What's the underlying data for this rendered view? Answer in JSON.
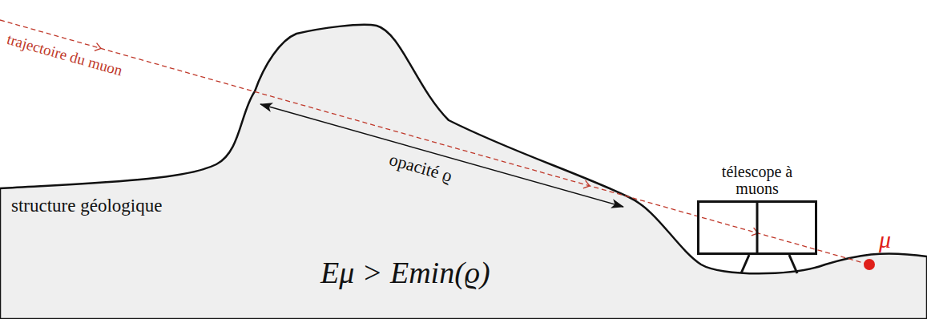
{
  "diagram": {
    "nodes": [
      {
        "text": [
          "télescope à muons"
        ]
      }
    ],
    "labels": [
      "trajectoire du muon",
      "opacité ϱ",
      "structure géologique",
      "Eμ > Emin(ϱ)",
      "μ"
    ]
  }
}
